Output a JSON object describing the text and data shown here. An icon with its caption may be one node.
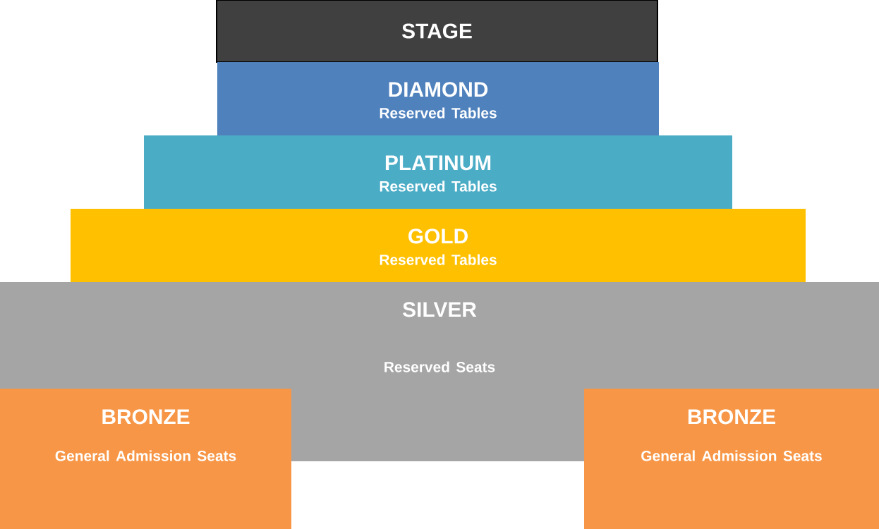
{
  "diagram": {
    "nodes": [
      {
        "text": [
          "STAGE"
        ]
      },
      {
        "text": [
          "DIAMOND",
          "Reserved Tables"
        ]
      },
      {
        "text": [
          "PLATINUM",
          "Reserved Tables"
        ]
      },
      {
        "text": [
          "GOLD",
          "Reserved Tables"
        ]
      },
      {
        "text": [
          "SILVER",
          "Reserved Seats"
        ]
      },
      {
        "text": [
          "BRONZE",
          "General Admission Seats"
        ]
      },
      {
        "text": [
          "BRONZE",
          "General Admission Seats"
        ]
      }
    ]
  }
}
